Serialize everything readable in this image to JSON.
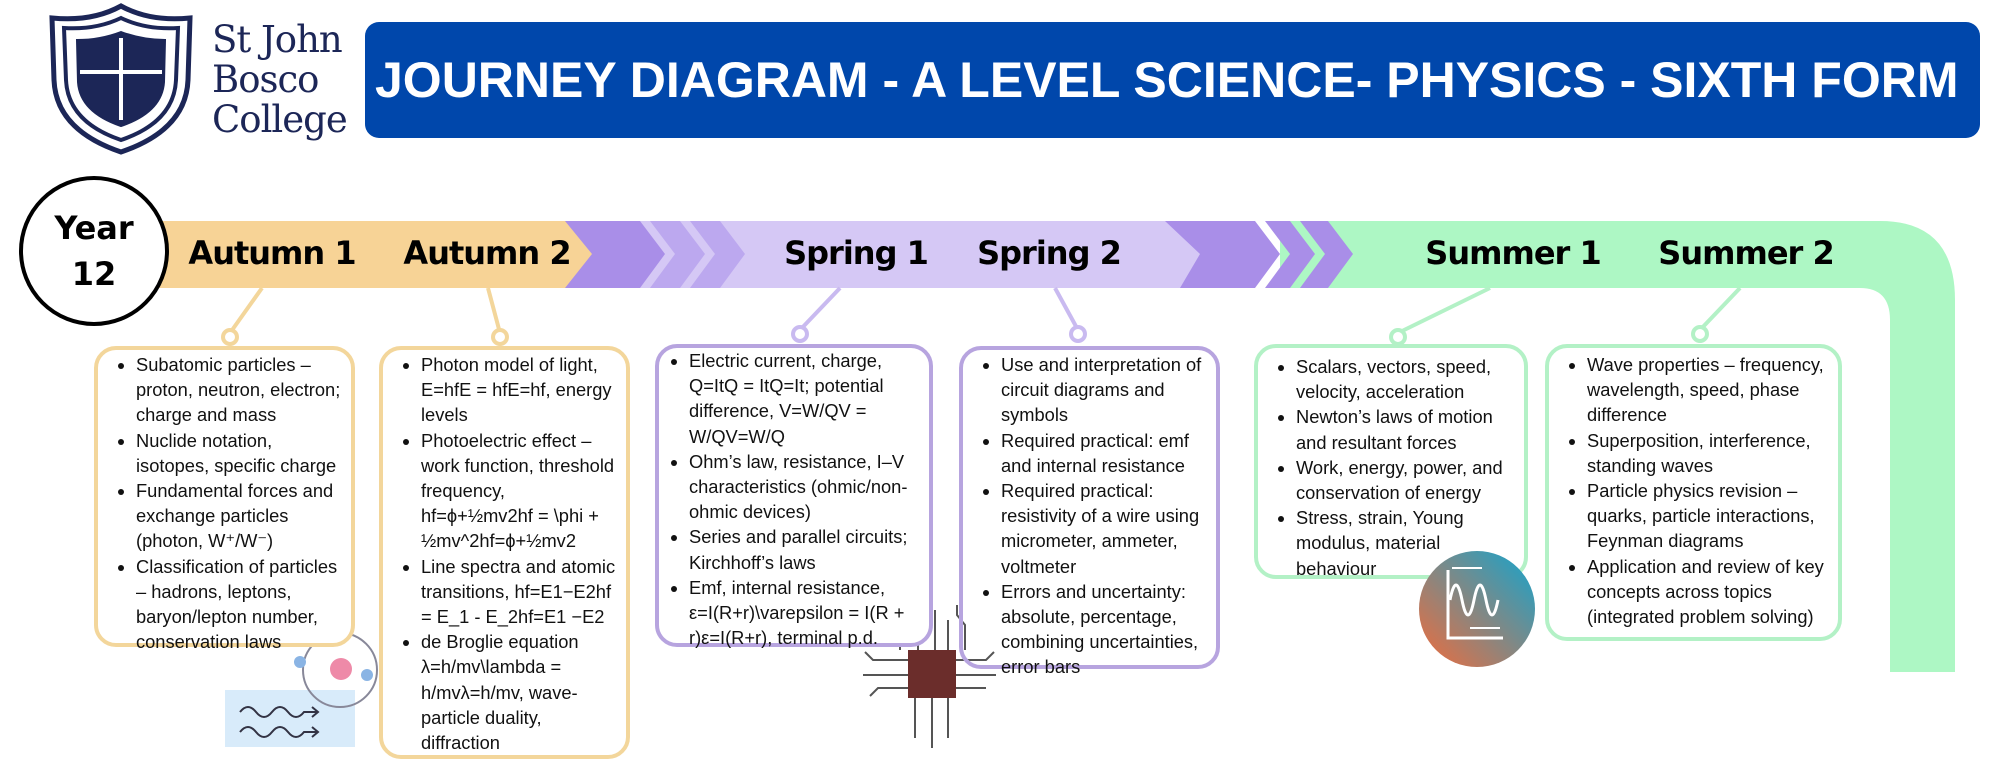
{
  "header": {
    "school_name_lines": [
      "St John",
      "Bosco",
      "College"
    ],
    "title": "JOURNEY DIAGRAM - A LEVEL SCIENCE- PHYSICS - SIXTH FORM"
  },
  "year_badge": {
    "line1": "Year",
    "line2": "12"
  },
  "colors": {
    "title_bar": "#0047ab",
    "autumn": "#f7d396",
    "spring_dark": "#a98ee8",
    "spring_light": "#d5c8f5",
    "summer": "#adf7c4",
    "logo": "#1c2657"
  },
  "terms": [
    {
      "label": "Autumn 1",
      "topics": [
        "Subatomic particles – proton, neutron, electron; charge and mass",
        "Nuclide notation, isotopes, specific charge",
        "Fundamental forces and exchange particles (photon, W⁺/W⁻)",
        "Classification of particles – hadrons, leptons, baryon/lepton number, conservation laws"
      ]
    },
    {
      "label": "Autumn 2",
      "topics": [
        "Photon model of light, E=hfE = hfE=hf, energy levels",
        "Photoelectric effect – work function, threshold frequency, hf=ϕ+½mv2hf = \\phi + ½mv^2hf=ϕ+½mv2",
        "Line spectra and atomic transitions, hf=E1−E2hf = E_1 - E_2hf=E1 −E2",
        "de Broglie equation λ=h/mv\\lambda = h/mvλ=h/mv, wave-particle duality, diffraction"
      ]
    },
    {
      "label": "Spring 1",
      "topics": [
        "Electric current, charge, Q=ItQ = ItQ=It; potential difference, V=W/QV = W/QV=W/Q",
        "Ohm’s law, resistance, I–V characteristics (ohmic/non-ohmic devices)",
        "Series and parallel circuits; Kirchhoff’s laws",
        "Emf, internal resistance, ε=I(R+r)\\varepsilon = I(R + r)ε=I(R+r), terminal p.d."
      ]
    },
    {
      "label": "Spring 2",
      "topics": [
        "Use and interpretation of circuit diagrams and symbols",
        "Required practical: emf and internal resistance",
        "Required practical: resistivity of a wire using micrometer, ammeter, voltmeter",
        "Errors and uncertainty: absolute, percentage, combining uncertainties, error bars"
      ]
    },
    {
      "label": "Summer 1",
      "topics": [
        "Scalars, vectors, speed, velocity, acceleration",
        "Newton’s laws of motion and resultant forces",
        "Work, energy, power, and conservation of energy",
        "Stress, strain, Young modulus, material behaviour"
      ]
    },
    {
      "label": "Summer 2",
      "topics": [
        "Wave properties – frequency, wavelength, speed, phase difference",
        "Superposition, interference, standing waves",
        "Particle physics revision – quarks, particle interactions, Feynman diagrams",
        "Application and review of key concepts across topics (integrated problem solving)"
      ]
    }
  ]
}
